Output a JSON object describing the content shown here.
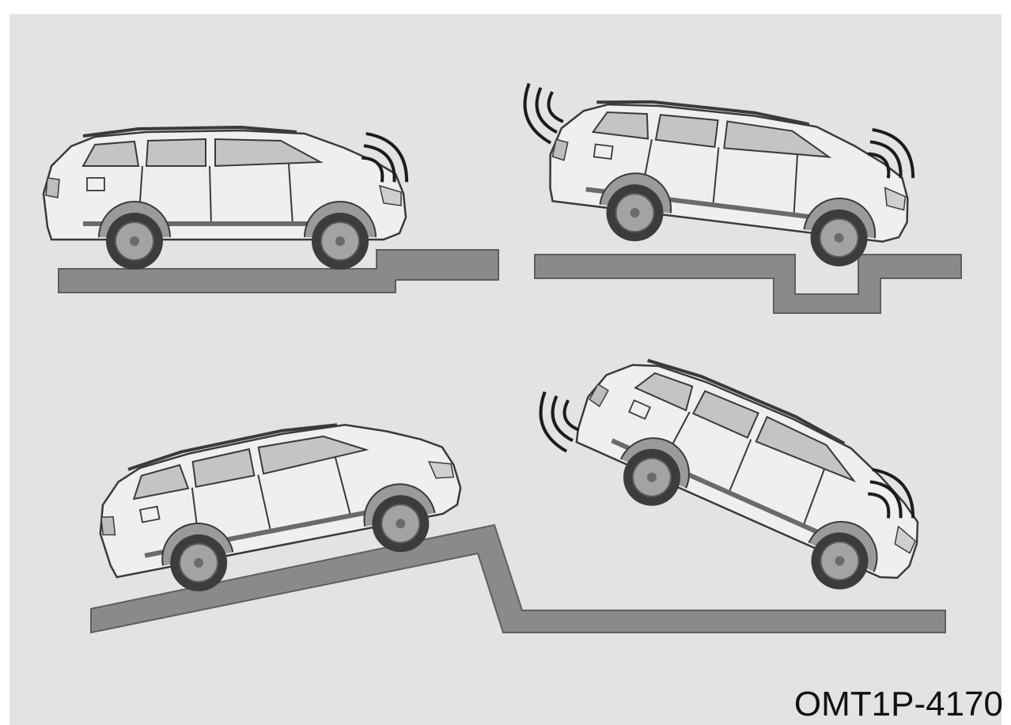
{
  "figure": {
    "reference_code": "OMT1P-4170",
    "colors": {
      "background": "#e3e3e3",
      "ground": "#8a8a8a",
      "ground_edge": "#5e5e5e",
      "car_body": "#efefef",
      "car_outline": "#3a3a3a",
      "window": "#c4c4c4",
      "tire": "#3c3c3c",
      "wheel": "#9a9a9a",
      "motion_lines": "#1c1c1c"
    },
    "scenarios": [
      {
        "id": "curb-step-up",
        "icon": "front-bumper-contact-icon"
      },
      {
        "id": "ditch-pothole",
        "icon": "front-rear-bumper-contact-icon"
      },
      {
        "id": "ramp-crest",
        "icon": "underbody-contact-icon"
      },
      {
        "id": "steep-drop",
        "icon": "front-rear-bumper-contact-icon"
      }
    ]
  }
}
